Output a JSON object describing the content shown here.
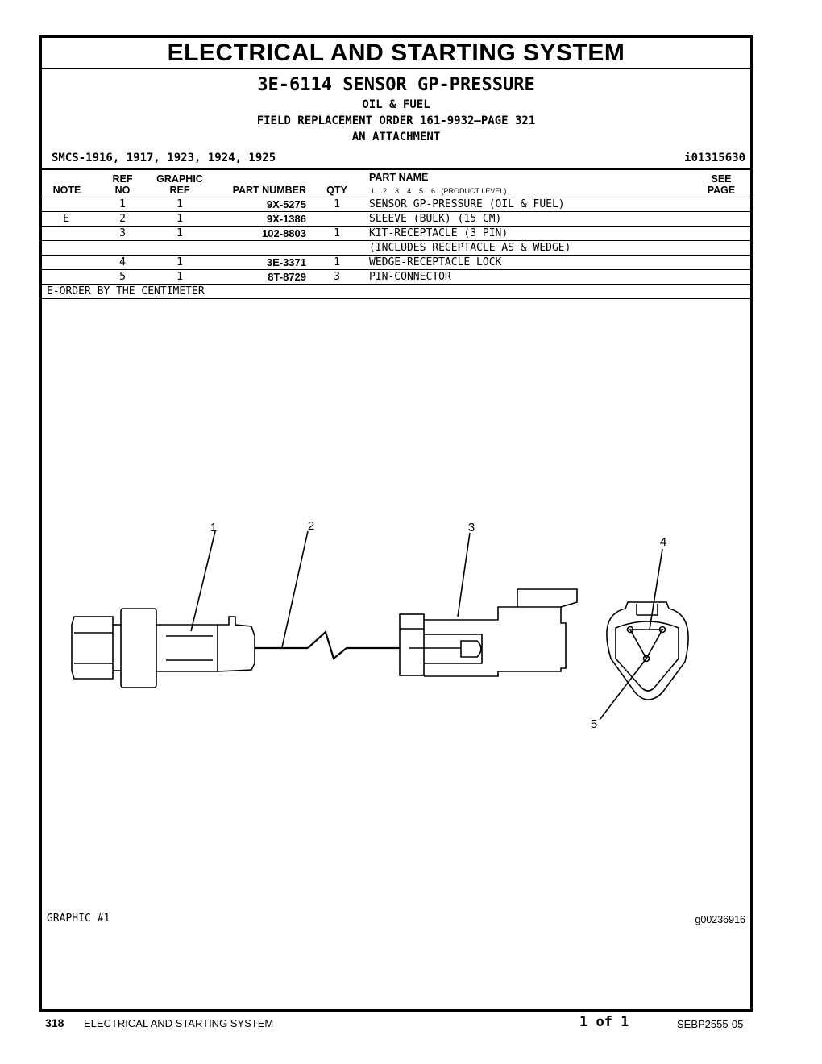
{
  "header": {
    "title": "ELECTRICAL AND STARTING SYSTEM",
    "part_title": "3E-6114 SENSOR GP-PRESSURE",
    "line1": "OIL & FUEL",
    "line2": "FIELD REPLACEMENT ORDER 161-9932—PAGE 321",
    "line3": "AN ATTACHMENT",
    "smcs": "SMCS-1916, 1917, 1923, 1924, 1925",
    "illustration_id": "i01315630"
  },
  "columns": {
    "note": "NOTE",
    "ref_no_1": "REF",
    "ref_no_2": "NO",
    "graphic_ref_1": "GRAPHIC",
    "graphic_ref_2": "REF",
    "part_number": "PART NUMBER",
    "qty": "QTY",
    "part_name": "PART NAME",
    "levels": "1    2    3    4    5    6   (PRODUCT LEVEL)",
    "see_page_1": "SEE",
    "see_page_2": "PAGE"
  },
  "rows": [
    {
      "note": "",
      "ref_no": "1",
      "graphic_ref": "1",
      "part_number": "9X-5275",
      "qty": "1",
      "name": "SENSOR GP-PRESSURE (OIL & FUEL)"
    },
    {
      "note": "E",
      "ref_no": "2",
      "graphic_ref": "1",
      "part_number": "9X-1386",
      "qty": "",
      "name": "SLEEVE (BULK) (15 CM)"
    },
    {
      "note": "",
      "ref_no": "3",
      "graphic_ref": "1",
      "part_number": "102-8803",
      "qty": "1",
      "name": "KIT-RECEPTACLE (3 PIN)"
    },
    {
      "note": "",
      "ref_no": "",
      "graphic_ref": "",
      "part_number": "",
      "qty": "",
      "name": "(INCLUDES RECEPTACLE AS & WEDGE)"
    },
    {
      "note": "",
      "ref_no": "4",
      "graphic_ref": "1",
      "part_number": "3E-3371",
      "qty": "1",
      "name": "WEDGE-RECEPTACLE LOCK"
    },
    {
      "note": "",
      "ref_no": "5",
      "graphic_ref": "1",
      "part_number": "8T-8729",
      "qty": "3",
      "name": "PIN-CONNECTOR"
    }
  ],
  "note_text": "E-ORDER BY THE CENTIMETER",
  "graphic": {
    "label": "GRAPHIC #1",
    "id": "g00236916",
    "callouts": [
      "1",
      "2",
      "3",
      "4",
      "5"
    ]
  },
  "footer": {
    "page_number": "318",
    "section": "ELECTRICAL AND STARTING SYSTEM",
    "page_of": "1 of 1",
    "doc_number": "SEBP2555-05"
  }
}
